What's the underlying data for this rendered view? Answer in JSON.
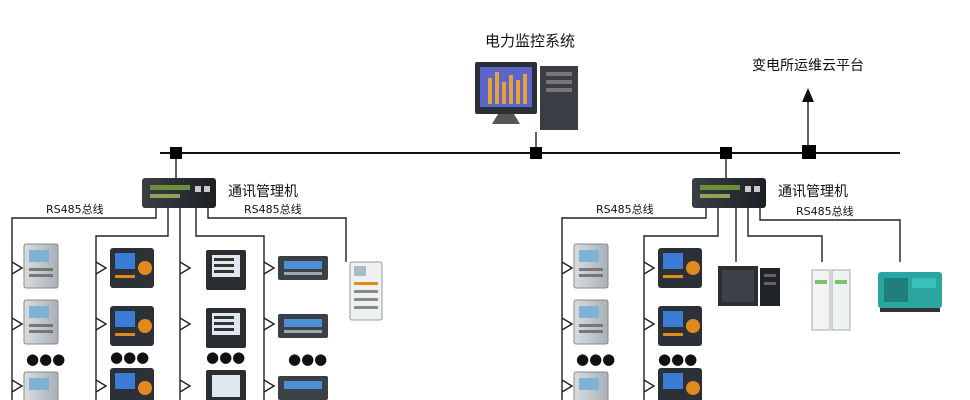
{
  "title": "电力监控系统",
  "cloud_label": "变电所运维云平台",
  "left_group": {
    "manager_label": "通讯管理机",
    "rs485_left": "RS485总线",
    "rs485_right": "RS485总线"
  },
  "right_group": {
    "manager_label": "通讯管理机",
    "rs485_left": "RS485总线",
    "rs485_right": "RS485总线"
  },
  "ellipsis": "●●●",
  "colors": {
    "line": "#222222",
    "node": "#000000",
    "accent_orange": "#e08a1e",
    "screen_blue": "#3a7bd5",
    "genset_teal": "#2aa5a0"
  }
}
